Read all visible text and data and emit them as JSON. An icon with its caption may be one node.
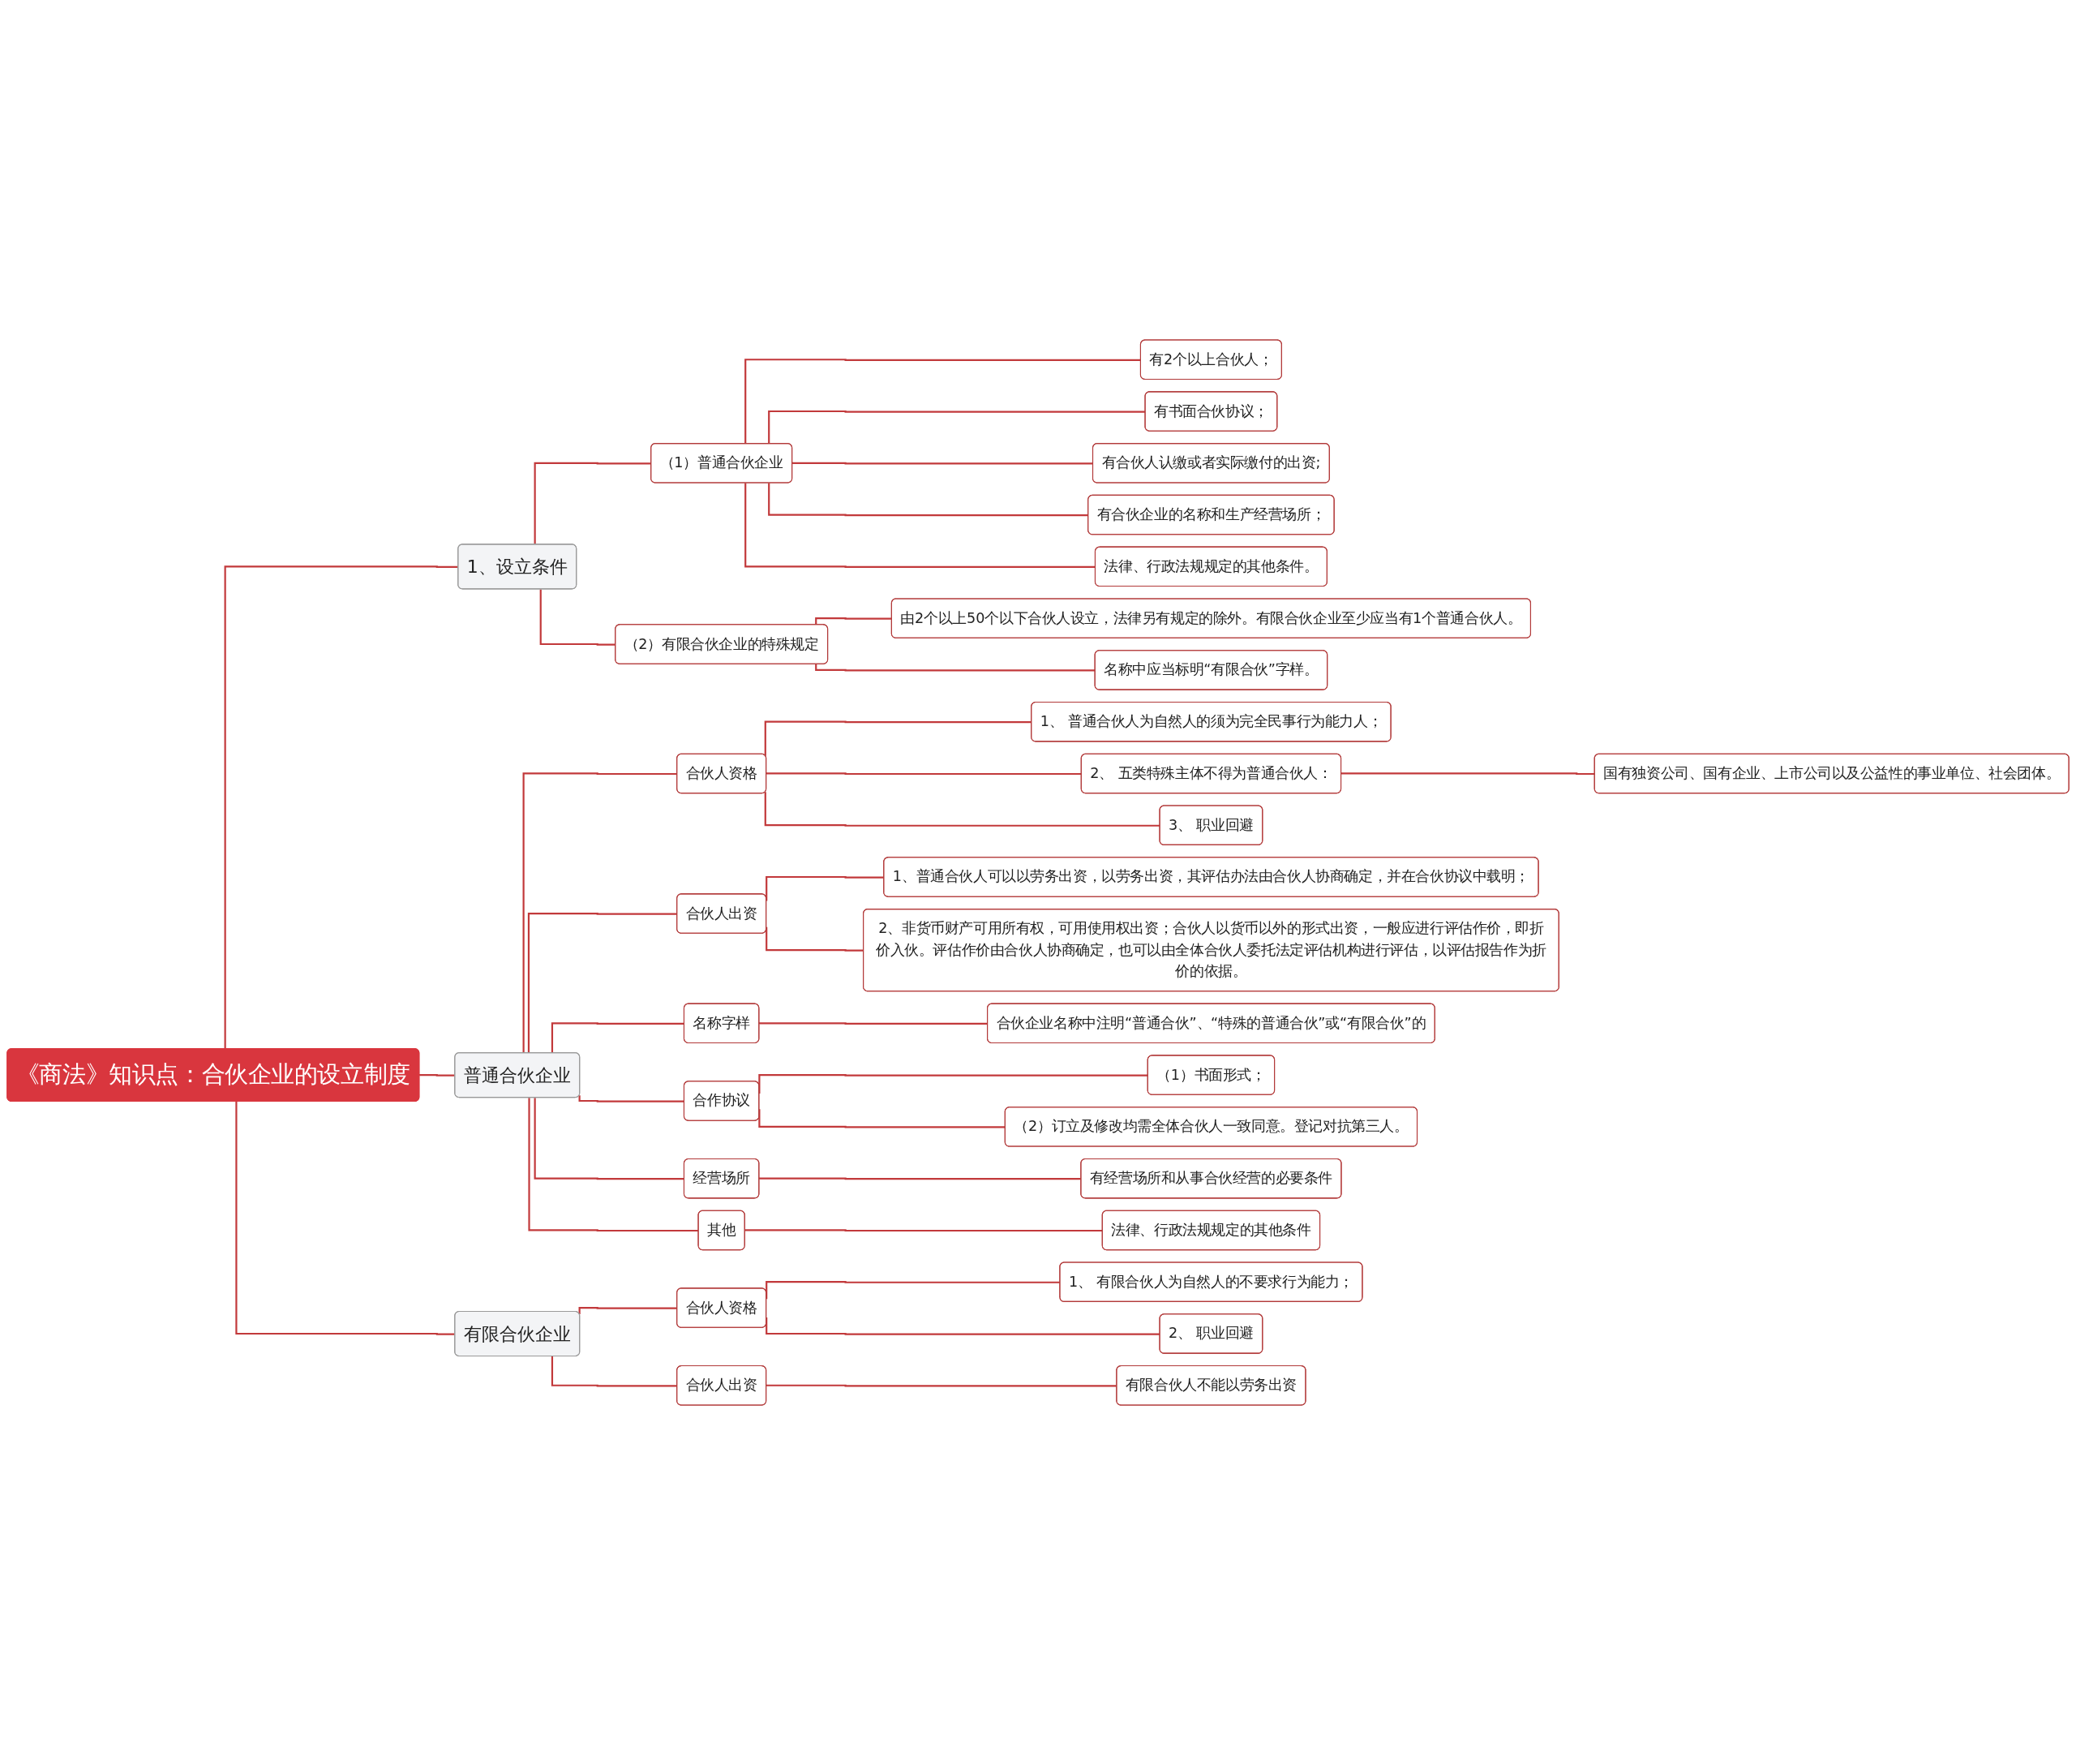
{
  "diagram": {
    "nodes": [
      {
        "text": [
          "《商法》知识点：合伙企业的设立制度"
        ]
      },
      {
        "text": [
          "1、设立条件"
        ]
      },
      {
        "text": [
          "（1）普通合伙企业"
        ]
      },
      {
        "text": [
          "有2个以上合伙人；"
        ]
      },
      {
        "text": [
          "有书面合伙协议；"
        ]
      },
      {
        "text": [
          "有合伙人认缴或者实际缴付的出资;"
        ]
      },
      {
        "text": [
          "有合伙企业的名称和生产经营场所；"
        ]
      },
      {
        "text": [
          "法律、行政法规规定的其他条件。"
        ]
      },
      {
        "text": [
          "（2）有限合伙企业的特殊规定"
        ]
      },
      {
        "text": [
          "由2个以上50个以下合伙人设立，法律另有规定的除外。有限合伙企业至少应当有1个普通合伙人。"
        ]
      },
      {
        "text": [
          "名称中应当标明“有限合伙”字样。"
        ]
      },
      {
        "text": [
          "普通合伙企业"
        ]
      },
      {
        "text": [
          "合伙人资格"
        ]
      },
      {
        "text": [
          "1、 普通合伙人为自然人的须为完全民事行为能力人；"
        ]
      },
      {
        "text": [
          "2、 五类特殊主体不得为普通合伙人："
        ]
      },
      {
        "text": [
          "国有独资公司、国有企业、上市公司以及公益性的事业单位、社会团体。"
        ]
      },
      {
        "text": [
          "3、 职业回避"
        ]
      },
      {
        "text": [
          "合伙人出资"
        ]
      },
      {
        "text": [
          "1、普通合伙人可以以劳务出资，以劳务出资，其评估办法由合伙人协商确定，并在合伙协议中载明；"
        ]
      },
      {
        "text": [
          "2、非货币财产可用所有权，可用使用权出资；合伙人以货币以外的形式出资，一般应进行评估作价，即折价入伙。评估作价由合伙人协商确定，也可以由全体合伙人委托法定评估机构进行评估，以评估报告作为折价的依据。"
        ]
      },
      {
        "text": [
          "名称字样"
        ]
      },
      {
        "text": [
          "合伙企业名称中注明“普通合伙”、“特殊的普通合伙”或“有限合伙”的"
        ]
      },
      {
        "text": [
          "合作协议"
        ]
      },
      {
        "text": [
          "（1）书面形式；"
        ]
      },
      {
        "text": [
          "（2）订立及修改均需全体合伙人一致同意。登记对抗第三人。"
        ]
      },
      {
        "text": [
          "经营场所"
        ]
      },
      {
        "text": [
          "有经营场所和从事合伙经营的必要条件"
        ]
      },
      {
        "text": [
          "其他"
        ]
      },
      {
        "text": [
          "法律、行政法规规定的其他条件"
        ]
      },
      {
        "text": [
          "有限合伙企业"
        ]
      },
      {
        "text": [
          "合伙人资格"
        ]
      },
      {
        "text": [
          "1、 有限合伙人为自然人的不要求行为能力；"
        ]
      },
      {
        "text": [
          "2、 职业回避"
        ]
      },
      {
        "text": [
          "合伙人出资"
        ]
      },
      {
        "text": [
          "有限合伙人不能以劳务出资"
        ]
      }
    ],
    "edges": [
      {
        "from": 0,
        "to": 1,
        "arrow": "none"
      },
      {
        "from": 1,
        "to": 2,
        "arrow": "none"
      },
      {
        "from": 2,
        "to": 3,
        "arrow": "none"
      },
      {
        "from": 2,
        "to": 4,
        "arrow": "none"
      },
      {
        "from": 2,
        "to": 5,
        "arrow": "none"
      },
      {
        "from": 2,
        "to": 6,
        "arrow": "none"
      },
      {
        "from": 2,
        "to": 7,
        "arrow": "none"
      },
      {
        "from": 1,
        "to": 8,
        "arrow": "none"
      },
      {
        "from": 8,
        "to": 9,
        "arrow": "none"
      },
      {
        "from": 8,
        "to": 10,
        "arrow": "none"
      },
      {
        "from": 0,
        "to": 11,
        "arrow": "none"
      },
      {
        "from": 11,
        "to": 12,
        "arrow": "none"
      },
      {
        "from": 12,
        "to": 13,
        "arrow": "none"
      },
      {
        "from": 12,
        "to": 14,
        "arrow": "none"
      },
      {
        "from": 14,
        "to": 15,
        "arrow": "none"
      },
      {
        "from": 12,
        "to": 16,
        "arrow": "none"
      },
      {
        "from": 11,
        "to": 17,
        "arrow": "none"
      },
      {
        "from": 17,
        "to": 18,
        "arrow": "none"
      },
      {
        "from": 17,
        "to": 19,
        "arrow": "none"
      },
      {
        "from": 11,
        "to": 20,
        "arrow": "none"
      },
      {
        "from": 20,
        "to": 21,
        "arrow": "none"
      },
      {
        "from": 11,
        "to": 22,
        "arrow": "none"
      },
      {
        "from": 22,
        "to": 23,
        "arrow": "none"
      },
      {
        "from": 22,
        "to": 24,
        "arrow": "none"
      },
      {
        "from": 11,
        "to": 25,
        "arrow": "none"
      },
      {
        "from": 25,
        "to": 26,
        "arrow": "none"
      },
      {
        "from": 11,
        "to": 27,
        "arrow": "none"
      },
      {
        "from": 27,
        "to": 28,
        "arrow": "none"
      },
      {
        "from": 0,
        "to": 29,
        "arrow": "none"
      },
      {
        "from": 29,
        "to": 30,
        "arrow": "none"
      },
      {
        "from": 30,
        "to": 31,
        "arrow": "none"
      },
      {
        "from": 30,
        "to": 32,
        "arrow": "none"
      },
      {
        "from": 29,
        "to": 33,
        "arrow": "none"
      },
      {
        "from": 33,
        "to": 34,
        "arrow": "none"
      }
    ]
  }
}
